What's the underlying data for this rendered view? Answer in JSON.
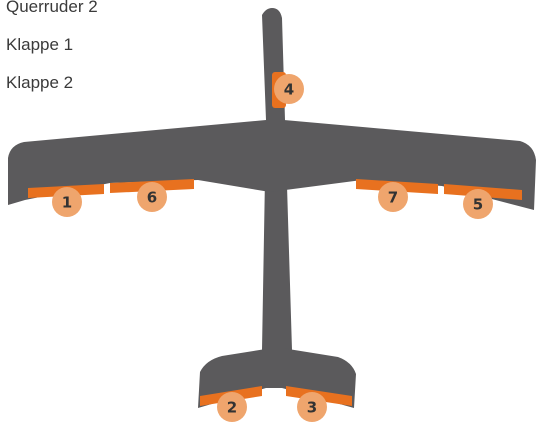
{
  "legend": {
    "items": [
      "Querruder 2",
      "Klappe 1",
      "Klappe 2"
    ]
  },
  "colors": {
    "aircraft": "#5b5a5c",
    "surface": "#e8711f",
    "badge": "#efa56d",
    "badge_text": "#333333",
    "legend_text": "#3a3a3a"
  },
  "badges": {
    "b1": "1",
    "b2": "2",
    "b3": "3",
    "b4": "4",
    "b5": "5",
    "b6": "6",
    "b7": "7"
  }
}
